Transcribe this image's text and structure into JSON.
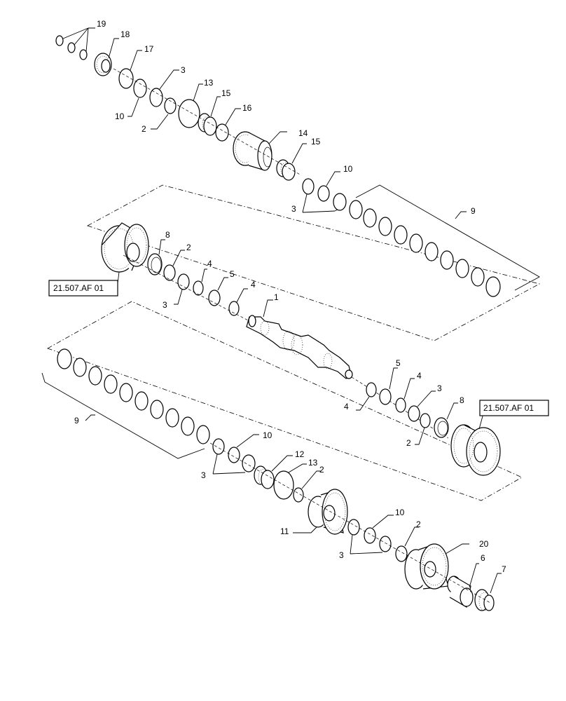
{
  "callouts": {
    "c19": "19",
    "c18": "18",
    "c17": "17",
    "c3a": "3",
    "c10a": "10",
    "c2a": "2",
    "c13a": "13",
    "c15a": "15",
    "c16": "16",
    "c14": "14",
    "c15b": "15",
    "c10b": "10",
    "c3b": "3",
    "c9a": "9",
    "c8a": "8",
    "c2b": "2",
    "c4a": "4",
    "c5a": "5",
    "c4b": "4",
    "c3c": "3",
    "c1": "1",
    "c5b": "5",
    "c4c": "4",
    "c3d": "3",
    "c4d": "4",
    "c8b": "8",
    "c2c": "2",
    "c9b": "9",
    "c10c": "10",
    "c3e": "3",
    "c12": "12",
    "c13b": "13",
    "c2d": "2",
    "c11": "11",
    "c10d": "10",
    "c2e": "2",
    "c3f": "3",
    "c20": "20",
    "c6": "6",
    "c7": "7"
  },
  "references": {
    "ref_left": "21.507.AF 01",
    "ref_right": "21.507.AF 01"
  }
}
